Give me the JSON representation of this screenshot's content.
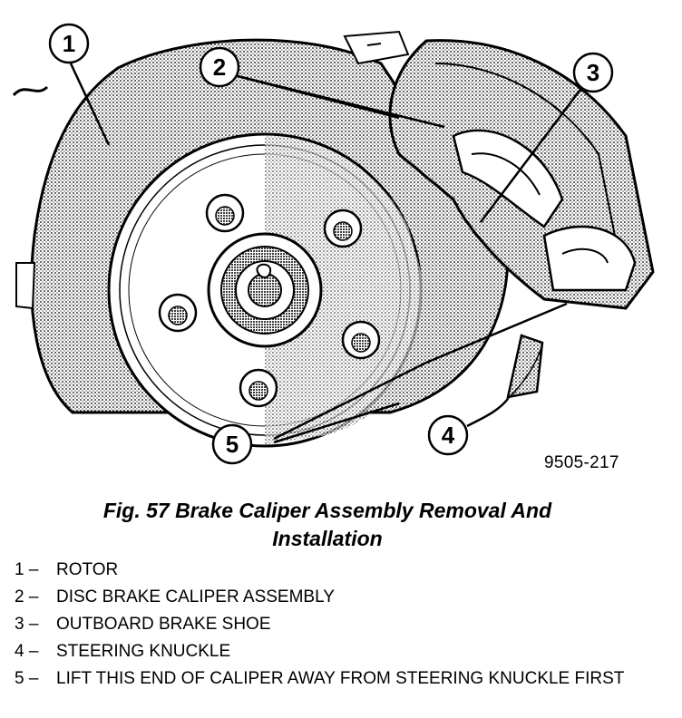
{
  "callouts": [
    "1",
    "2",
    "3",
    "4",
    "5"
  ],
  "figure_code": "9505-217",
  "caption": {
    "line1": "Fig. 57 Brake Caliper Assembly Removal And",
    "line2": "Installation"
  },
  "legend": [
    {
      "num": "1 –",
      "text": "ROTOR"
    },
    {
      "num": "2 –",
      "text": "DISC BRAKE CALIPER ASSEMBLY"
    },
    {
      "num": "3 –",
      "text": "OUTBOARD BRAKE SHOE"
    },
    {
      "num": "4 –",
      "text": "STEERING KNUCKLE"
    },
    {
      "num": "5 –",
      "text": "LIFT THIS END OF CALIPER AWAY FROM STEERING KNUCKLE FIRST"
    }
  ]
}
